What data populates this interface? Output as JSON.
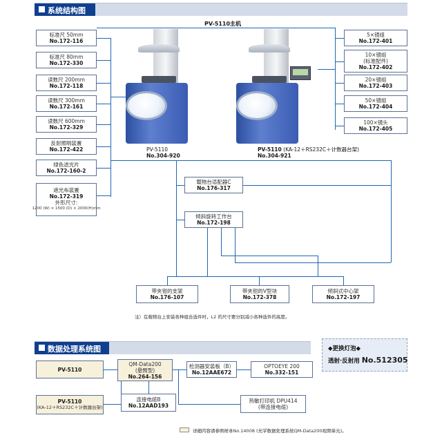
{
  "section1": {
    "title": "系统结构图"
  },
  "section2": {
    "title": "数据处理系统图"
  },
  "main_label": "PV-5110主机",
  "left_items": [
    {
      "name": "标准尺 50mm",
      "code": "No.172-116"
    },
    {
      "name": "标准尺 80mm",
      "code": "No.172-330"
    },
    {
      "name": "读数尺 200mm",
      "code": "No.172-118"
    },
    {
      "name": "读数尺 300mm",
      "code": "No.172-161"
    },
    {
      "name": "读数尺 600mm",
      "code": "No.172-329"
    },
    {
      "name": "反射照明装置",
      "code": "No.172-422"
    },
    {
      "name": "绿色滤光片",
      "code": "No.172-160-2"
    }
  ],
  "shade_item": {
    "name": "遮光布装置",
    "code": "No.172-319",
    "size_label": "外形尺寸:",
    "size": "1200 (W) × 1500 (D) × 2000(H)mm"
  },
  "right_items": [
    {
      "name": "5×镜组",
      "code": "No.172-401"
    },
    {
      "name": "10×镜组",
      "sub": "(标准配件)",
      "code": "No.172-402"
    },
    {
      "name": "20×镜组",
      "code": "No.172-403"
    },
    {
      "name": "50×镜组",
      "code": "No.172-404"
    },
    {
      "name": "100×镜头",
      "code": "No.172-405"
    }
  ],
  "machine1": {
    "model": "PV-5110",
    "code": "No.304-920"
  },
  "machine2": {
    "model": "PV-5110",
    "desc": "(KA-12＋RS232C＋计数器台架)",
    "code": "No.304-921"
  },
  "mid_items": [
    {
      "name": "载物台适配器C",
      "code": "No.176-317"
    },
    {
      "name": "倾斜旋转工作台",
      "code": "No.172-198"
    }
  ],
  "bottom_items": [
    {
      "name": "带夹钳的支架",
      "code": "No.176-107"
    },
    {
      "name": "带夹钳的V型块",
      "code": "No.172-378"
    },
    {
      "name": "倾斜式中心架",
      "code": "No.172-197"
    }
  ],
  "note": "注）在载物台上安装各种组合选件时，L2 的尺寸要分别减小各种选件的高度。",
  "data_system": {
    "pv1": "PV-5110",
    "pv2": {
      "model": "PV-5110",
      "desc": "(KA-12＋RS232C＋计数器台架)"
    },
    "qm": {
      "name": "QM-Data200",
      "sub": "(悬臂型)",
      "code": "No.264-156"
    },
    "cable": {
      "name": "连接电缆B",
      "code": "No.12AAD193"
    },
    "board": {
      "name": "检测器安装板（B）",
      "code": "No.12AAE672"
    },
    "optoeye": {
      "name": "OPTOEYE 200",
      "code": "No.332-151"
    },
    "printer": {
      "name": "热敏打印机 DPU414",
      "sub": "(带连接电缆)"
    }
  },
  "lamp": {
    "title": "◆更换灯泡◆",
    "label": "透射·反射用",
    "code": "No.512305"
  },
  "footnote": "详细内容请参照样本No.14008 (光学数据处理系统QM-Data200视频单元)。",
  "colors": {
    "line": "#1f66b0",
    "header": "#0f3f8f",
    "shaded": "#f7f1dc"
  }
}
